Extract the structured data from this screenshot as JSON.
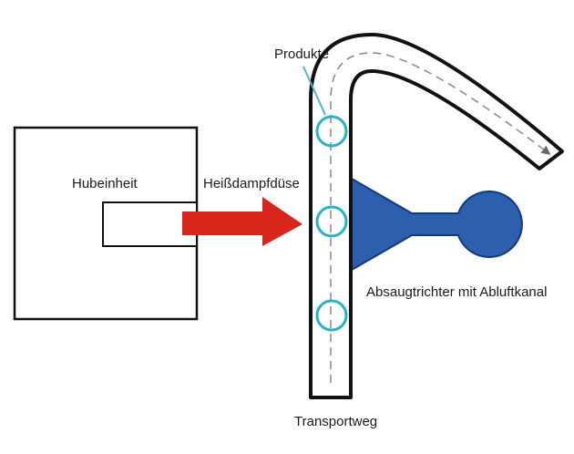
{
  "labels": {
    "produkte": "Produkte",
    "hubeinheit": "Hubeinheit",
    "heissdampfduese": "Heißdampfdüse",
    "absaugtrichter": "Absaugtrichter mit Abluftkanal",
    "transportweg": "Transportweg"
  },
  "product_count": 3,
  "colors": {
    "outline": "#111111",
    "arrow": "#d9261c",
    "funnel_fill": "#2d5fae",
    "funnel_stroke": "#0d3a80",
    "product_ring": "#27b3c6",
    "pointer_line": "#4fb3d4",
    "path_dash": "#888888",
    "path_arrowhead": "#666666"
  }
}
